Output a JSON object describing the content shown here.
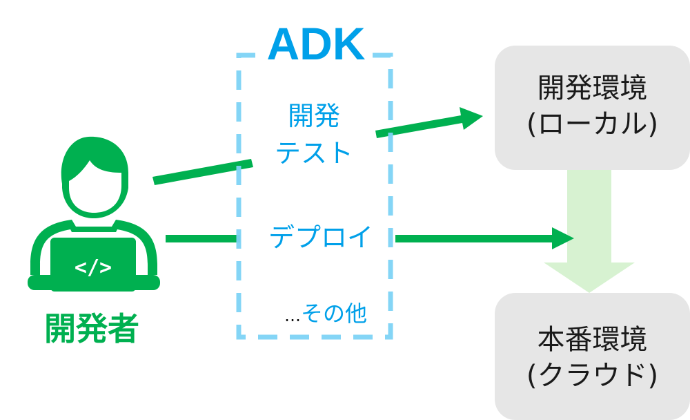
{
  "diagram": {
    "colors": {
      "green": "#00b050",
      "light_green": "#d7f2d1",
      "adk_blue": "#00a0e9",
      "dashed_blue": "#7dd3f5",
      "box_gray": "#e6e6e6",
      "text_dark": "#1a1a1a"
    },
    "adk": {
      "title": "ADK",
      "features": [
        "開発",
        "テスト",
        "デプロイ"
      ],
      "other_ellipsis": "…",
      "other_label": "その他"
    },
    "developer": {
      "label": "開発者",
      "icon": "developer-with-laptop-icon",
      "laptop_glyph": "</>"
    },
    "environments": {
      "local": {
        "line1": "開発環境",
        "line2": "(ローカル)"
      },
      "cloud": {
        "line1": "本番環境",
        "line2": "(クラウド)"
      }
    },
    "connections": [
      {
        "from": "developer",
        "via": "開発 / テスト",
        "to": "開発環境 (ローカル)"
      },
      {
        "from": "developer",
        "via": "デプロイ",
        "to": "本番環境 (クラウド)"
      },
      {
        "from": "開発環境 (ローカル)",
        "to": "本番環境 (クラウド)"
      }
    ]
  }
}
